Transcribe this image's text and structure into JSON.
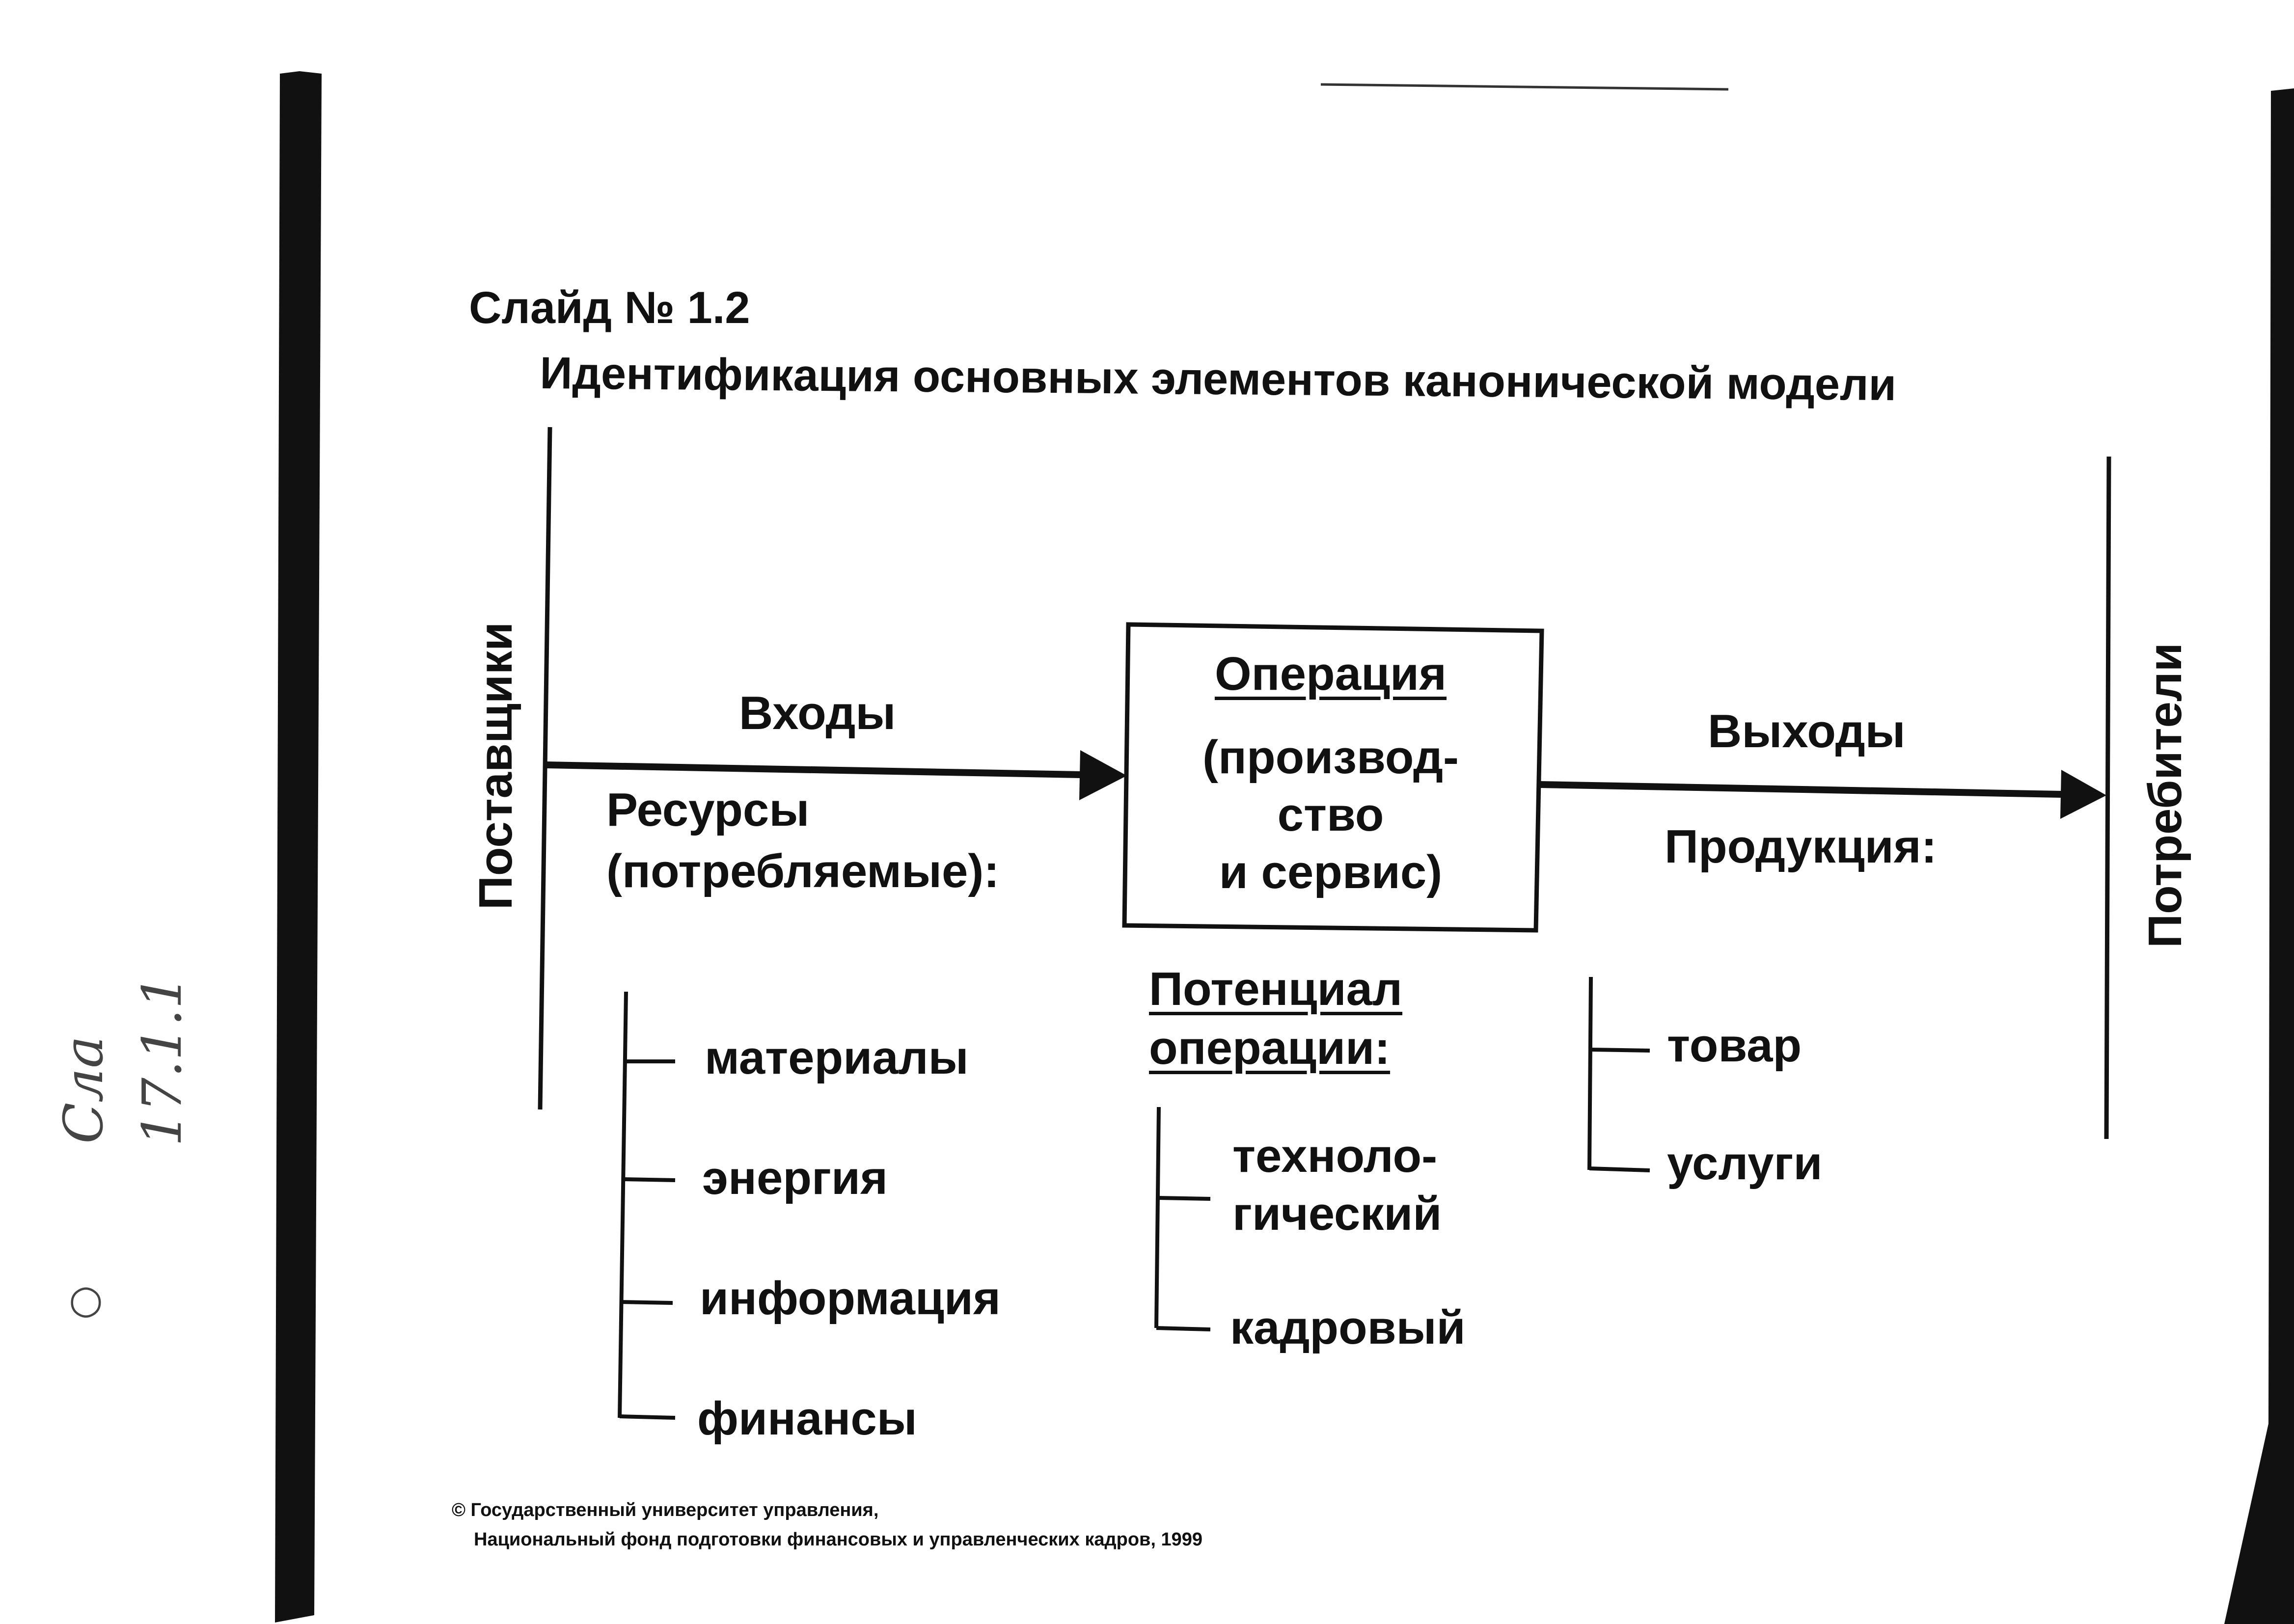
{
  "slide": {
    "number": "Слайд № 1.2",
    "title": "Идентификация основных элементов канонической модели"
  },
  "actors": {
    "suppliers": "Поставщики",
    "consumers": "Потребители"
  },
  "inputs": {
    "label": "Входы",
    "resources_line1": "Ресурсы",
    "resources_line2": "(потребляемые):",
    "items": [
      "материалы",
      "энергия",
      "информация",
      "финансы"
    ]
  },
  "operation": {
    "title": "Операция",
    "line1": "(производ-",
    "line2": "ство",
    "line3": "и сервис)"
  },
  "potential": {
    "line1": "Потенциал",
    "line2": "операции:",
    "tech_line1": "техноло-",
    "tech_line2": "гический",
    "staff": "кадровый"
  },
  "outputs": {
    "label": "Выходы",
    "products": "Продукция:",
    "items": [
      "товар",
      "услуги"
    ]
  },
  "footer": {
    "line1": "© Государственный университет управления,",
    "line2": "Национальный фонд подготовки финансовых и управленческих кадров, 1999"
  },
  "margin_notes": {
    "note1": "Сла",
    "note2": "17.1.1",
    "note3": "○"
  },
  "colors": {
    "ink": "#111111",
    "paper": "#ffffff",
    "pencil": "#444444"
  }
}
